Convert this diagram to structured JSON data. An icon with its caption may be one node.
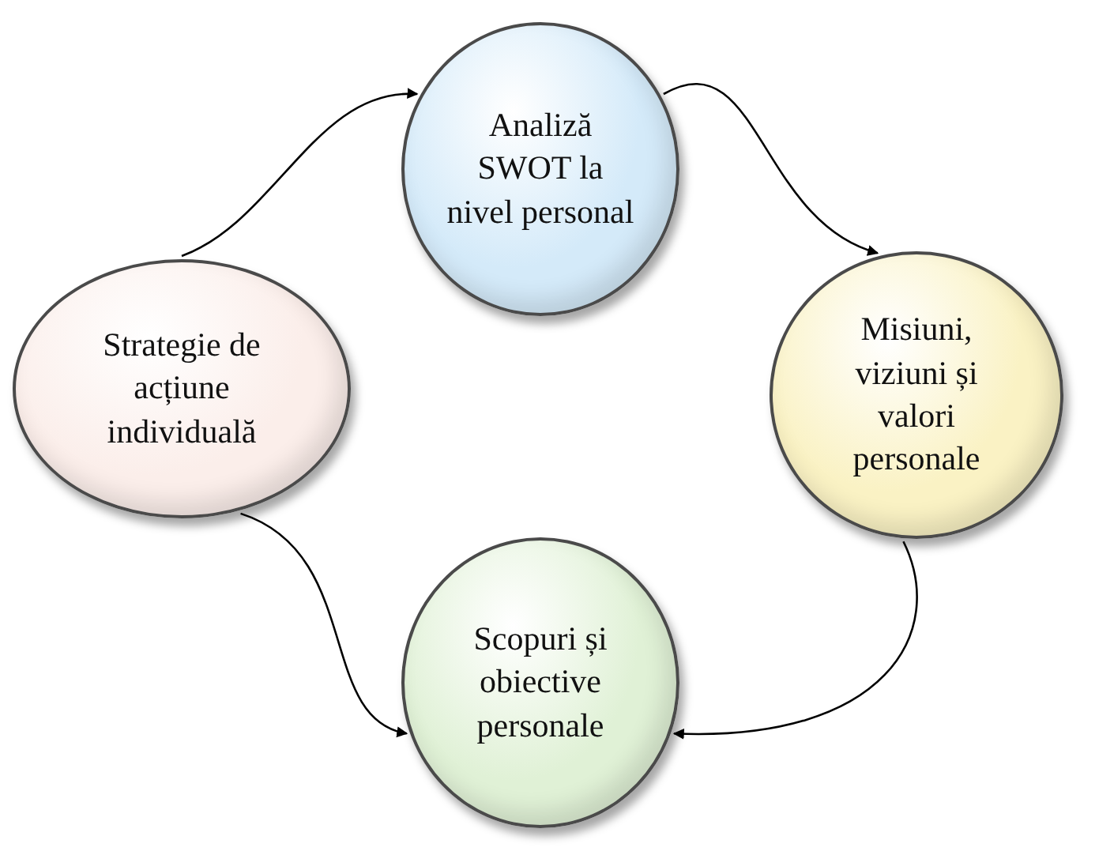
{
  "diagram": {
    "nodes": [
      {
        "text": [
          "Analiză SWOT la nivel personal"
        ]
      },
      {
        "text": [
          "Misiuni, viziuni și valori personale"
        ]
      },
      {
        "text": [
          "Scopuri și obiective personale"
        ]
      },
      {
        "text": [
          "Strategie de acțiune individuală"
        ]
      }
    ],
    "edges": [
      {
        "from": 3,
        "to": 0,
        "arrow": "to"
      },
      {
        "from": 0,
        "to": 1,
        "arrow": "to"
      },
      {
        "from": 1,
        "to": 2,
        "arrow": "to"
      },
      {
        "from": 3,
        "to": 2,
        "arrow": "to"
      }
    ]
  }
}
